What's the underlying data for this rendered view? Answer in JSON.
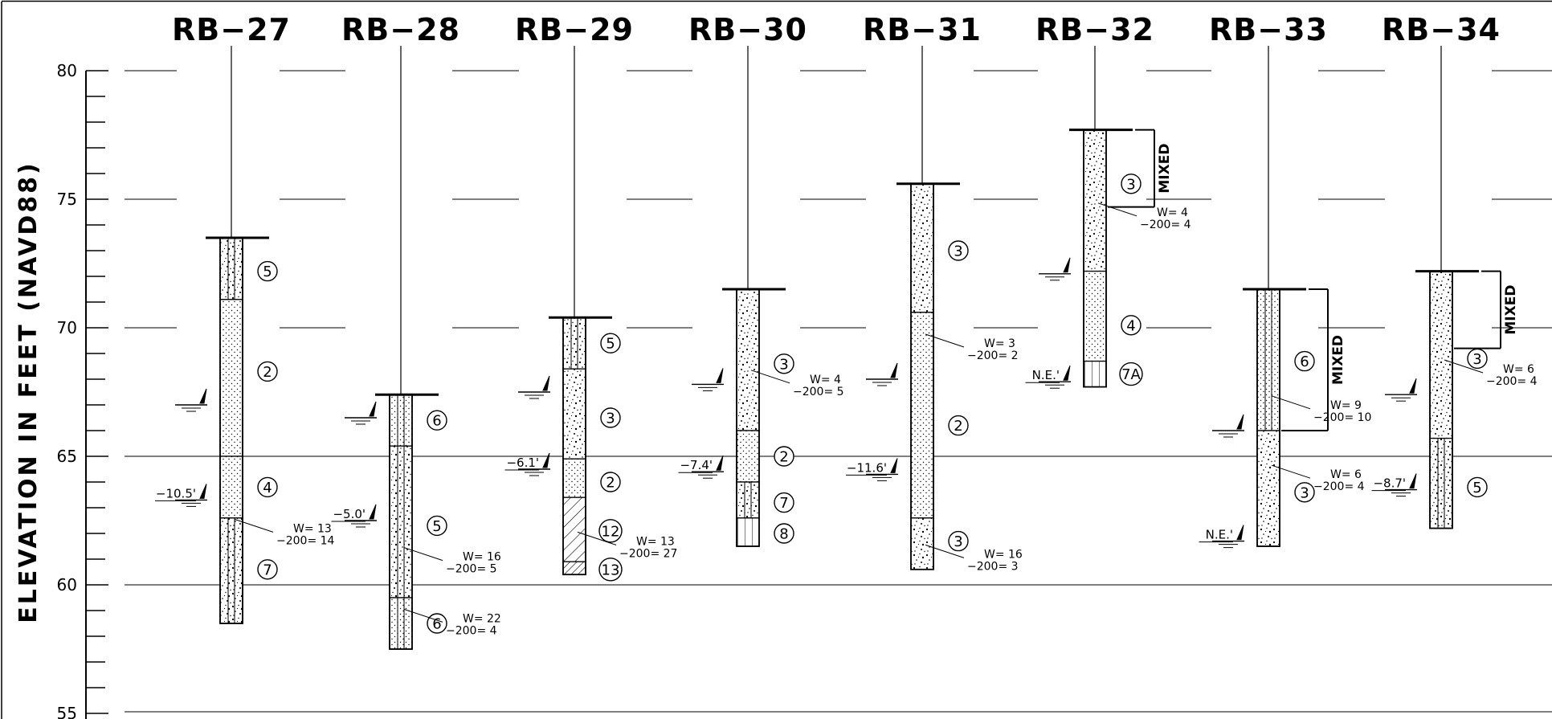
{
  "axis": {
    "label": "ELEVATION IN FEET (NAVD88)",
    "ticks": [
      {
        "value": 80,
        "label": "80"
      },
      {
        "value": 75,
        "label": "75"
      },
      {
        "value": 70,
        "label": "70"
      },
      {
        "value": 65,
        "label": "65"
      },
      {
        "value": 60,
        "label": "60"
      },
      {
        "value": 55,
        "label": "55"
      }
    ]
  },
  "mixed_label": "MIXED",
  "borings": [
    {
      "id": "RB-27",
      "top": 73.5,
      "bottom": 58.5,
      "water_level": 67.0,
      "water_label": "",
      "measured_level": 63.3,
      "measured_label": "-10.5'",
      "layers": [
        {
          "top": 73.5,
          "bottom": 71.1,
          "pattern": "gravel",
          "label": "5",
          "label_elev": 72.2,
          "split": true
        },
        {
          "top": 71.1,
          "bottom": 65.0,
          "pattern": "sand",
          "label": "2",
          "label_elev": 68.3
        },
        {
          "top": 65.0,
          "bottom": 62.6,
          "pattern": "sand",
          "label": "4",
          "label_elev": 63.8
        },
        {
          "top": 62.6,
          "bottom": 58.5,
          "pattern": "gravel",
          "label": "7",
          "label_elev": 60.6,
          "split": true
        }
      ],
      "tests": [
        {
          "at": 62.3,
          "lines": [
            "W= 13",
            "-200= 14"
          ]
        }
      ]
    },
    {
      "id": "RB-28",
      "top": 67.4,
      "bottom": 57.5,
      "water_level": 66.5,
      "water_label": "",
      "measured_level": 62.5,
      "measured_label": "-5.0'",
      "layers": [
        {
          "top": 67.4,
          "bottom": 65.4,
          "pattern": "sand",
          "label": "6",
          "label_elev": 66.4,
          "split": true
        },
        {
          "top": 65.4,
          "bottom": 59.5,
          "pattern": "gravel",
          "label": "5",
          "label_elev": 62.3,
          "split": true
        },
        {
          "top": 59.5,
          "bottom": 57.5,
          "pattern": "sand",
          "label": "6",
          "label_elev": 58.5,
          "split": true
        }
      ],
      "tests": [
        {
          "at": 61.2,
          "lines": [
            "W= 16",
            "-200= 5"
          ]
        },
        {
          "at": 58.8,
          "lines": [
            "W= 22",
            "-200= 4"
          ]
        }
      ]
    },
    {
      "id": "RB-29",
      "top": 70.4,
      "bottom": 60.4,
      "water_level": 67.5,
      "water_label": "",
      "measured_level": 64.5,
      "measured_label": "-6.1'",
      "layers": [
        {
          "top": 70.4,
          "bottom": 68.4,
          "pattern": "gravel",
          "label": "5",
          "label_elev": 69.4,
          "split": true
        },
        {
          "top": 68.4,
          "bottom": 64.9,
          "pattern": "gravel",
          "label": "3",
          "label_elev": 66.5
        },
        {
          "top": 64.9,
          "bottom": 63.4,
          "pattern": "sand",
          "label": "2",
          "label_elev": 64.0
        },
        {
          "top": 63.4,
          "bottom": 60.9,
          "pattern": "hatch",
          "label": "12",
          "label_elev": 62.1
        },
        {
          "top": 60.9,
          "bottom": 60.4,
          "pattern": "hatch2",
          "label": "13",
          "label_elev": 60.6
        }
      ],
      "tests": [
        {
          "at": 61.8,
          "lines": [
            "W= 13",
            "-200= 27"
          ]
        }
      ]
    },
    {
      "id": "RB-30",
      "top": 71.5,
      "bottom": 61.5,
      "water_level": 67.8,
      "water_label": "",
      "measured_level": 64.4,
      "measured_label": "-7.4'",
      "layers": [
        {
          "top": 71.5,
          "bottom": 66.0,
          "pattern": "gravel",
          "label": "3",
          "label_elev": 68.6
        },
        {
          "top": 66.0,
          "bottom": 64.0,
          "pattern": "sand",
          "label": "2",
          "label_elev": 65.0
        },
        {
          "top": 64.0,
          "bottom": 62.6,
          "pattern": "gravel",
          "label": "7",
          "label_elev": 63.2,
          "split": true
        },
        {
          "top": 62.6,
          "bottom": 61.5,
          "pattern": "grid",
          "label": "8",
          "label_elev": 62.0
        }
      ],
      "tests": [
        {
          "at": 68.1,
          "lines": [
            "W= 4",
            "-200= 5"
          ]
        }
      ]
    },
    {
      "id": "RB-31",
      "top": 75.6,
      "bottom": 60.6,
      "water_level": 68.0,
      "water_label": "",
      "measured_level": 64.3,
      "measured_label": "-11.6'",
      "layers": [
        {
          "top": 75.6,
          "bottom": 70.6,
          "pattern": "gravel",
          "label": "3",
          "label_elev": 73.0
        },
        {
          "top": 70.6,
          "bottom": 62.6,
          "pattern": "sand",
          "label": "2",
          "label_elev": 66.2
        },
        {
          "top": 62.6,
          "bottom": 60.6,
          "pattern": "gravel",
          "label": "3",
          "label_elev": 61.7
        }
      ],
      "tests": [
        {
          "at": 69.5,
          "lines": [
            "W= 3",
            "-200= 2"
          ]
        },
        {
          "at": 61.3,
          "lines": [
            "W= 16",
            "-200= 3"
          ]
        }
      ]
    },
    {
      "id": "RB-32",
      "top": 77.7,
      "bottom": 67.7,
      "water_level": 72.1,
      "water_label": "",
      "measured_level": 67.9,
      "measured_label": "N.E.'",
      "layers": [
        {
          "top": 77.7,
          "bottom": 72.2,
          "pattern": "gravel",
          "label": "3",
          "label_elev": 75.6
        },
        {
          "top": 72.2,
          "bottom": 68.7,
          "pattern": "sand",
          "label": "4",
          "label_elev": 70.1
        },
        {
          "top": 68.7,
          "bottom": 67.7,
          "pattern": "grid",
          "label": "7A",
          "label_elev": 68.2
        }
      ],
      "tests": [
        {
          "at": 74.6,
          "lines": [
            "W= 4",
            "-200= 4"
          ]
        }
      ],
      "mixed": {
        "top": 77.7,
        "bottom": 74.7
      }
    },
    {
      "id": "RB-33",
      "top": 71.5,
      "bottom": 61.5,
      "water_level": 66.0,
      "water_label": "",
      "measured_level": 61.7,
      "measured_label": "N.E.'",
      "layers": [
        {
          "top": 71.5,
          "bottom": 66.0,
          "pattern": "sand",
          "label": "6",
          "label_elev": 68.7,
          "split": true
        },
        {
          "top": 66.0,
          "bottom": 61.5,
          "pattern": "gravel",
          "label": "3",
          "label_elev": 63.6
        }
      ],
      "tests": [
        {
          "at": 67.1,
          "lines": [
            "W= 9",
            "-200= 10"
          ]
        },
        {
          "at": 64.4,
          "lines": [
            "W= 6",
            "-200= 4"
          ]
        }
      ],
      "mixed": {
        "top": 71.5,
        "bottom": 66.0
      }
    },
    {
      "id": "RB-34",
      "top": 72.2,
      "bottom": 62.2,
      "water_level": 67.4,
      "water_label": "",
      "measured_level": 63.7,
      "measured_label": "-8.7'",
      "layers": [
        {
          "top": 72.2,
          "bottom": 65.7,
          "pattern": "gravel",
          "label": "3",
          "label_elev": 68.8
        },
        {
          "top": 65.7,
          "bottom": 62.2,
          "pattern": "gravel",
          "label": "5",
          "label_elev": 63.8,
          "split": true
        }
      ],
      "tests": [
        {
          "at": 68.5,
          "lines": [
            "W= 6",
            "-200= 4"
          ]
        }
      ],
      "mixed": {
        "top": 72.2,
        "bottom": 69.2
      }
    }
  ]
}
